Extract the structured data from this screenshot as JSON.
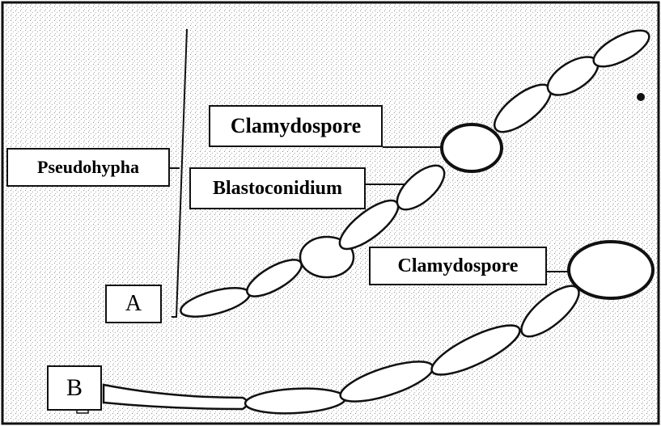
{
  "labels": {
    "clamydospore_1": "Clamydospore",
    "pseudohypha": "Pseudohypha",
    "blastoconidium": "Blastoconidium",
    "clamydospore_2": "Clamydospore",
    "panel_a": "A",
    "panel_b": "B"
  },
  "colors": {
    "background": "#ffffff",
    "speckle": "#8c8c8c",
    "outline": "#111111"
  }
}
